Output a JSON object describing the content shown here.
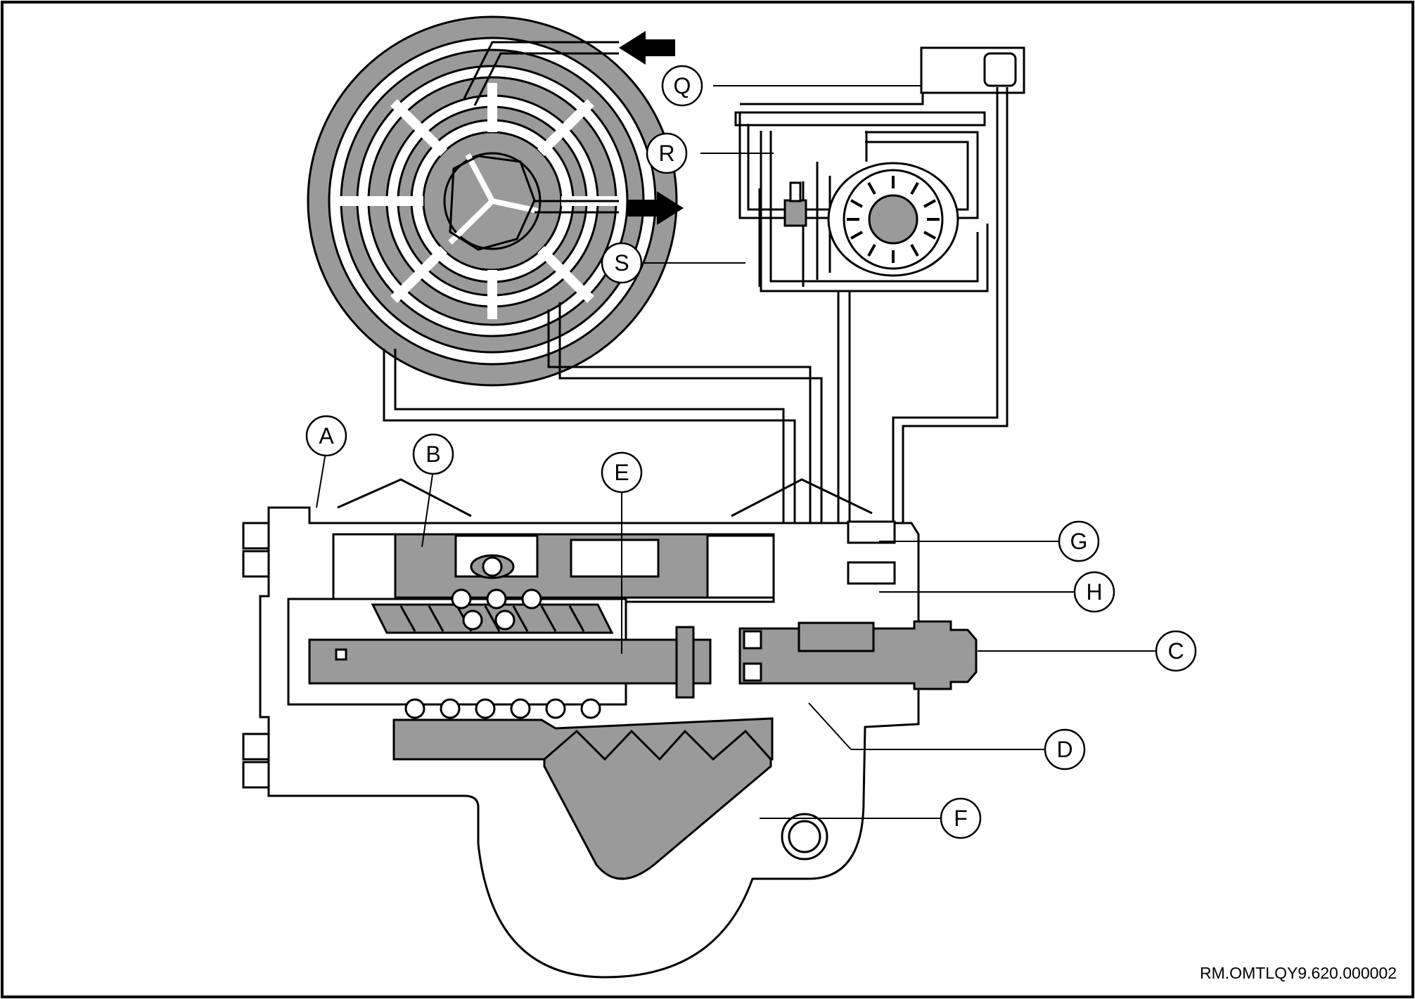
{
  "diagram": {
    "reference_code": "RM.OMTLQY9.620.000002",
    "colors": {
      "fill": "#9a9a9a",
      "line": "#000000",
      "paper": "#ffffff"
    },
    "callouts": {
      "A": "A",
      "B": "B",
      "C": "C",
      "D": "D",
      "E": "E",
      "F": "F",
      "G": "G",
      "H": "H",
      "Q": "Q",
      "R": "R",
      "S": "S"
    },
    "arrows": [
      {
        "name": "outflow-arrow",
        "direction": "left"
      },
      {
        "name": "inflow-arrow",
        "direction": "right"
      }
    ]
  }
}
